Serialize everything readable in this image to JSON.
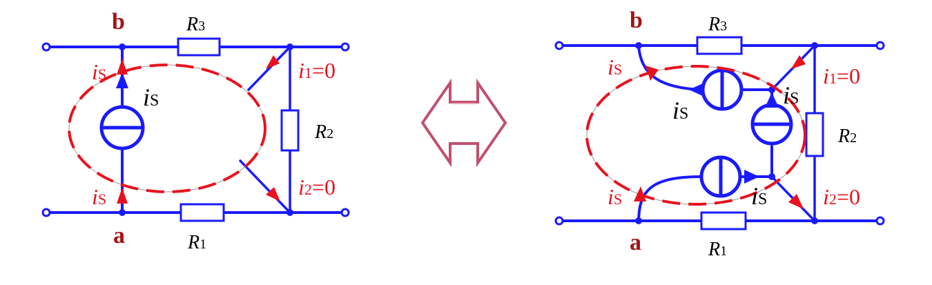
{
  "left": {
    "node_b": "b",
    "node_a": "a",
    "r3": {
      "main": "R",
      "sub": "3"
    },
    "r2": {
      "main": "R",
      "sub": "2"
    },
    "r1": {
      "main": "R",
      "sub": "1"
    },
    "is_top": {
      "main": "i",
      "sub": "S"
    },
    "is_bottom": {
      "main": "i",
      "sub": "S"
    },
    "is_source": {
      "main": "i",
      "sub": "S"
    },
    "i1": {
      "main": "i",
      "sub": "1",
      "value": "=0"
    },
    "i2": {
      "main": "i",
      "sub": "2",
      "value": "=0"
    }
  },
  "right": {
    "node_b": "b",
    "node_a": "a",
    "r3": {
      "main": "R",
      "sub": "3"
    },
    "r2": {
      "main": "R",
      "sub": "2"
    },
    "r1": {
      "main": "R",
      "sub": "1"
    },
    "is_top_red": {
      "main": "i",
      "sub": "S"
    },
    "is_bottom_red": {
      "main": "i",
      "sub": "S"
    },
    "is_src_top": {
      "main": "i",
      "sub": "S"
    },
    "is_src_right": {
      "main": "i",
      "sub": "S"
    },
    "is_src_bottom": {
      "main": "i",
      "sub": "S"
    },
    "i1": {
      "main": "i",
      "sub": "1",
      "value": "=0"
    },
    "i2": {
      "main": "i",
      "sub": "2",
      "value": "=0"
    }
  },
  "colors": {
    "wire": "#1a1aff",
    "loop": "#e8121e",
    "node_label": "#a31515",
    "equivalence_arrow": "#c0506e"
  },
  "icons": {
    "equivalence": "double-headed-arrow-icon"
  }
}
